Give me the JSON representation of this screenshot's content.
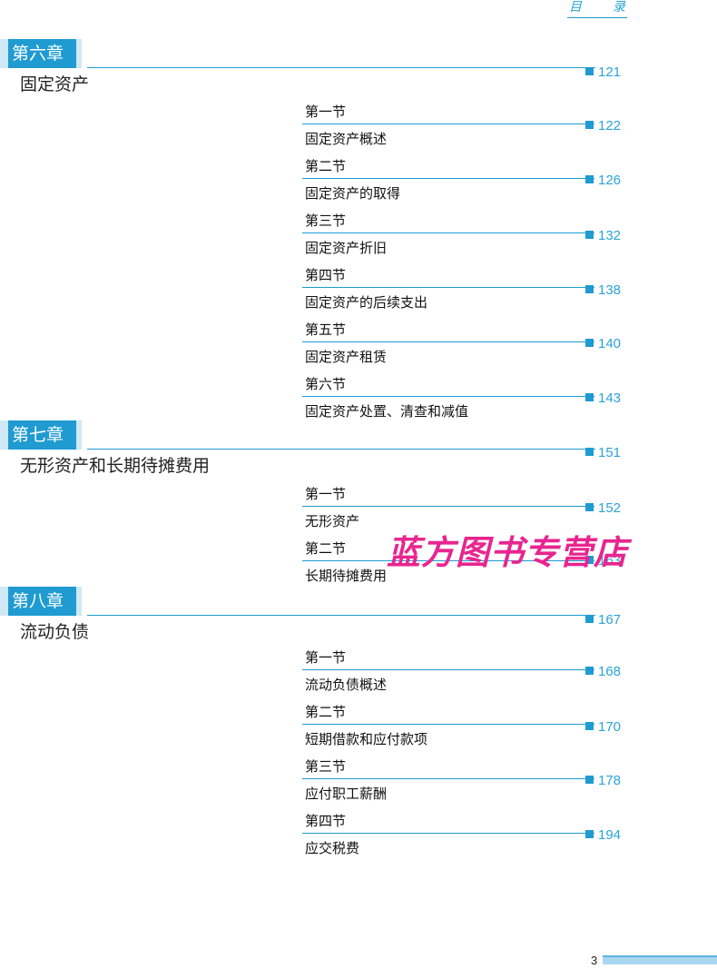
{
  "header": {
    "title_a": "目",
    "title_b": "录"
  },
  "chapters": [
    {
      "label": "第六章",
      "title": "固定资产",
      "page": "121",
      "sections": [
        {
          "num": "第一节",
          "title": "固定资产概述",
          "page": "122"
        },
        {
          "num": "第二节",
          "title": "固定资产的取得",
          "page": "126"
        },
        {
          "num": "第三节",
          "title": "固定资产折旧",
          "page": "132"
        },
        {
          "num": "第四节",
          "title": "固定资产的后续支出",
          "page": "138"
        },
        {
          "num": "第五节",
          "title": "固定资产租赁",
          "page": "140"
        },
        {
          "num": "第六节",
          "title": "固定资产处置、清查和减值",
          "page": "143"
        }
      ]
    },
    {
      "label": "第七章",
      "title": "无形资产和长期待摊费用",
      "page": "151",
      "sections": [
        {
          "num": "第一节",
          "title": "无形资产",
          "page": "152"
        },
        {
          "num": "第二节",
          "title": "长期待摊费用",
          "page": "163"
        }
      ]
    },
    {
      "label": "第八章",
      "title": "流动负债",
      "page": "167",
      "sections": [
        {
          "num": "第一节",
          "title": "流动负债概述",
          "page": "168"
        },
        {
          "num": "第二节",
          "title": "短期借款和应付款项",
          "page": "170"
        },
        {
          "num": "第三节",
          "title": "应付职工薪酬",
          "page": "178"
        },
        {
          "num": "第四节",
          "title": "应交税费",
          "page": "194"
        }
      ]
    }
  ],
  "watermark": "蓝方图书专营店",
  "footer": {
    "page_number": "3"
  },
  "colors": {
    "accent": "#1f9bd1",
    "accent_light": "#cfe8f6",
    "watermark": "#e8258f"
  }
}
